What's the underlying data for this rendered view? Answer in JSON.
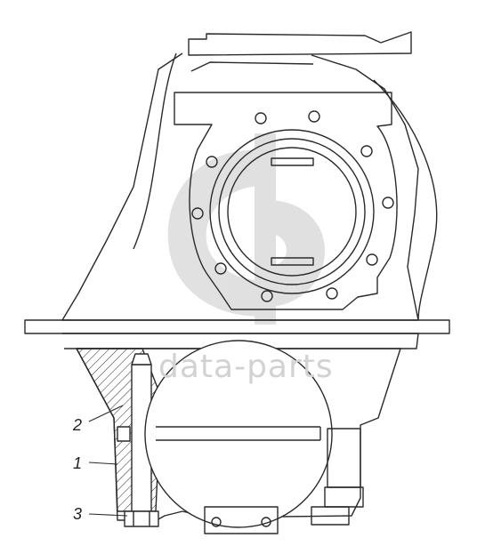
{
  "watermark": {
    "text": "data-parts"
  },
  "callouts": [
    {
      "id": "label-2",
      "text": "2"
    },
    {
      "id": "label-1",
      "text": "1"
    },
    {
      "id": "label-3",
      "text": "3"
    }
  ],
  "colors": {
    "line": "#2a2a2a",
    "watermark": "#cfcfcf"
  }
}
